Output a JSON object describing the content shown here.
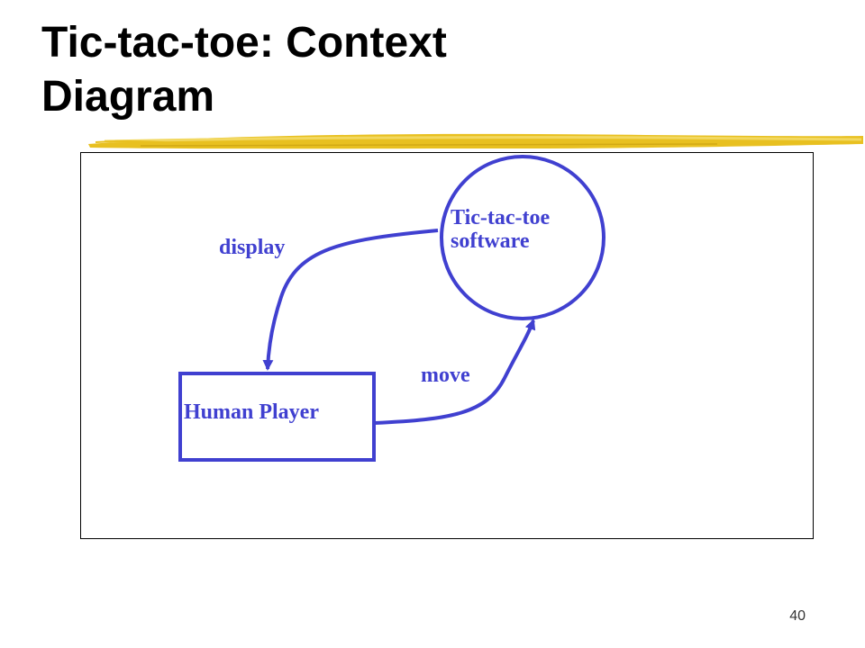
{
  "slide": {
    "title_line1": "Tic-tac-toe: Context",
    "title_line2": "Diagram",
    "page_number": "40"
  },
  "diagram": {
    "process_label_line1": "Tic-tac-toe",
    "process_label_line2": "software",
    "entity_label": "Human Player",
    "flow_display_label": "display",
    "flow_move_label": "move"
  },
  "colors": {
    "diagram_stroke": "#4040d0",
    "title_underline": "#e8c020"
  }
}
